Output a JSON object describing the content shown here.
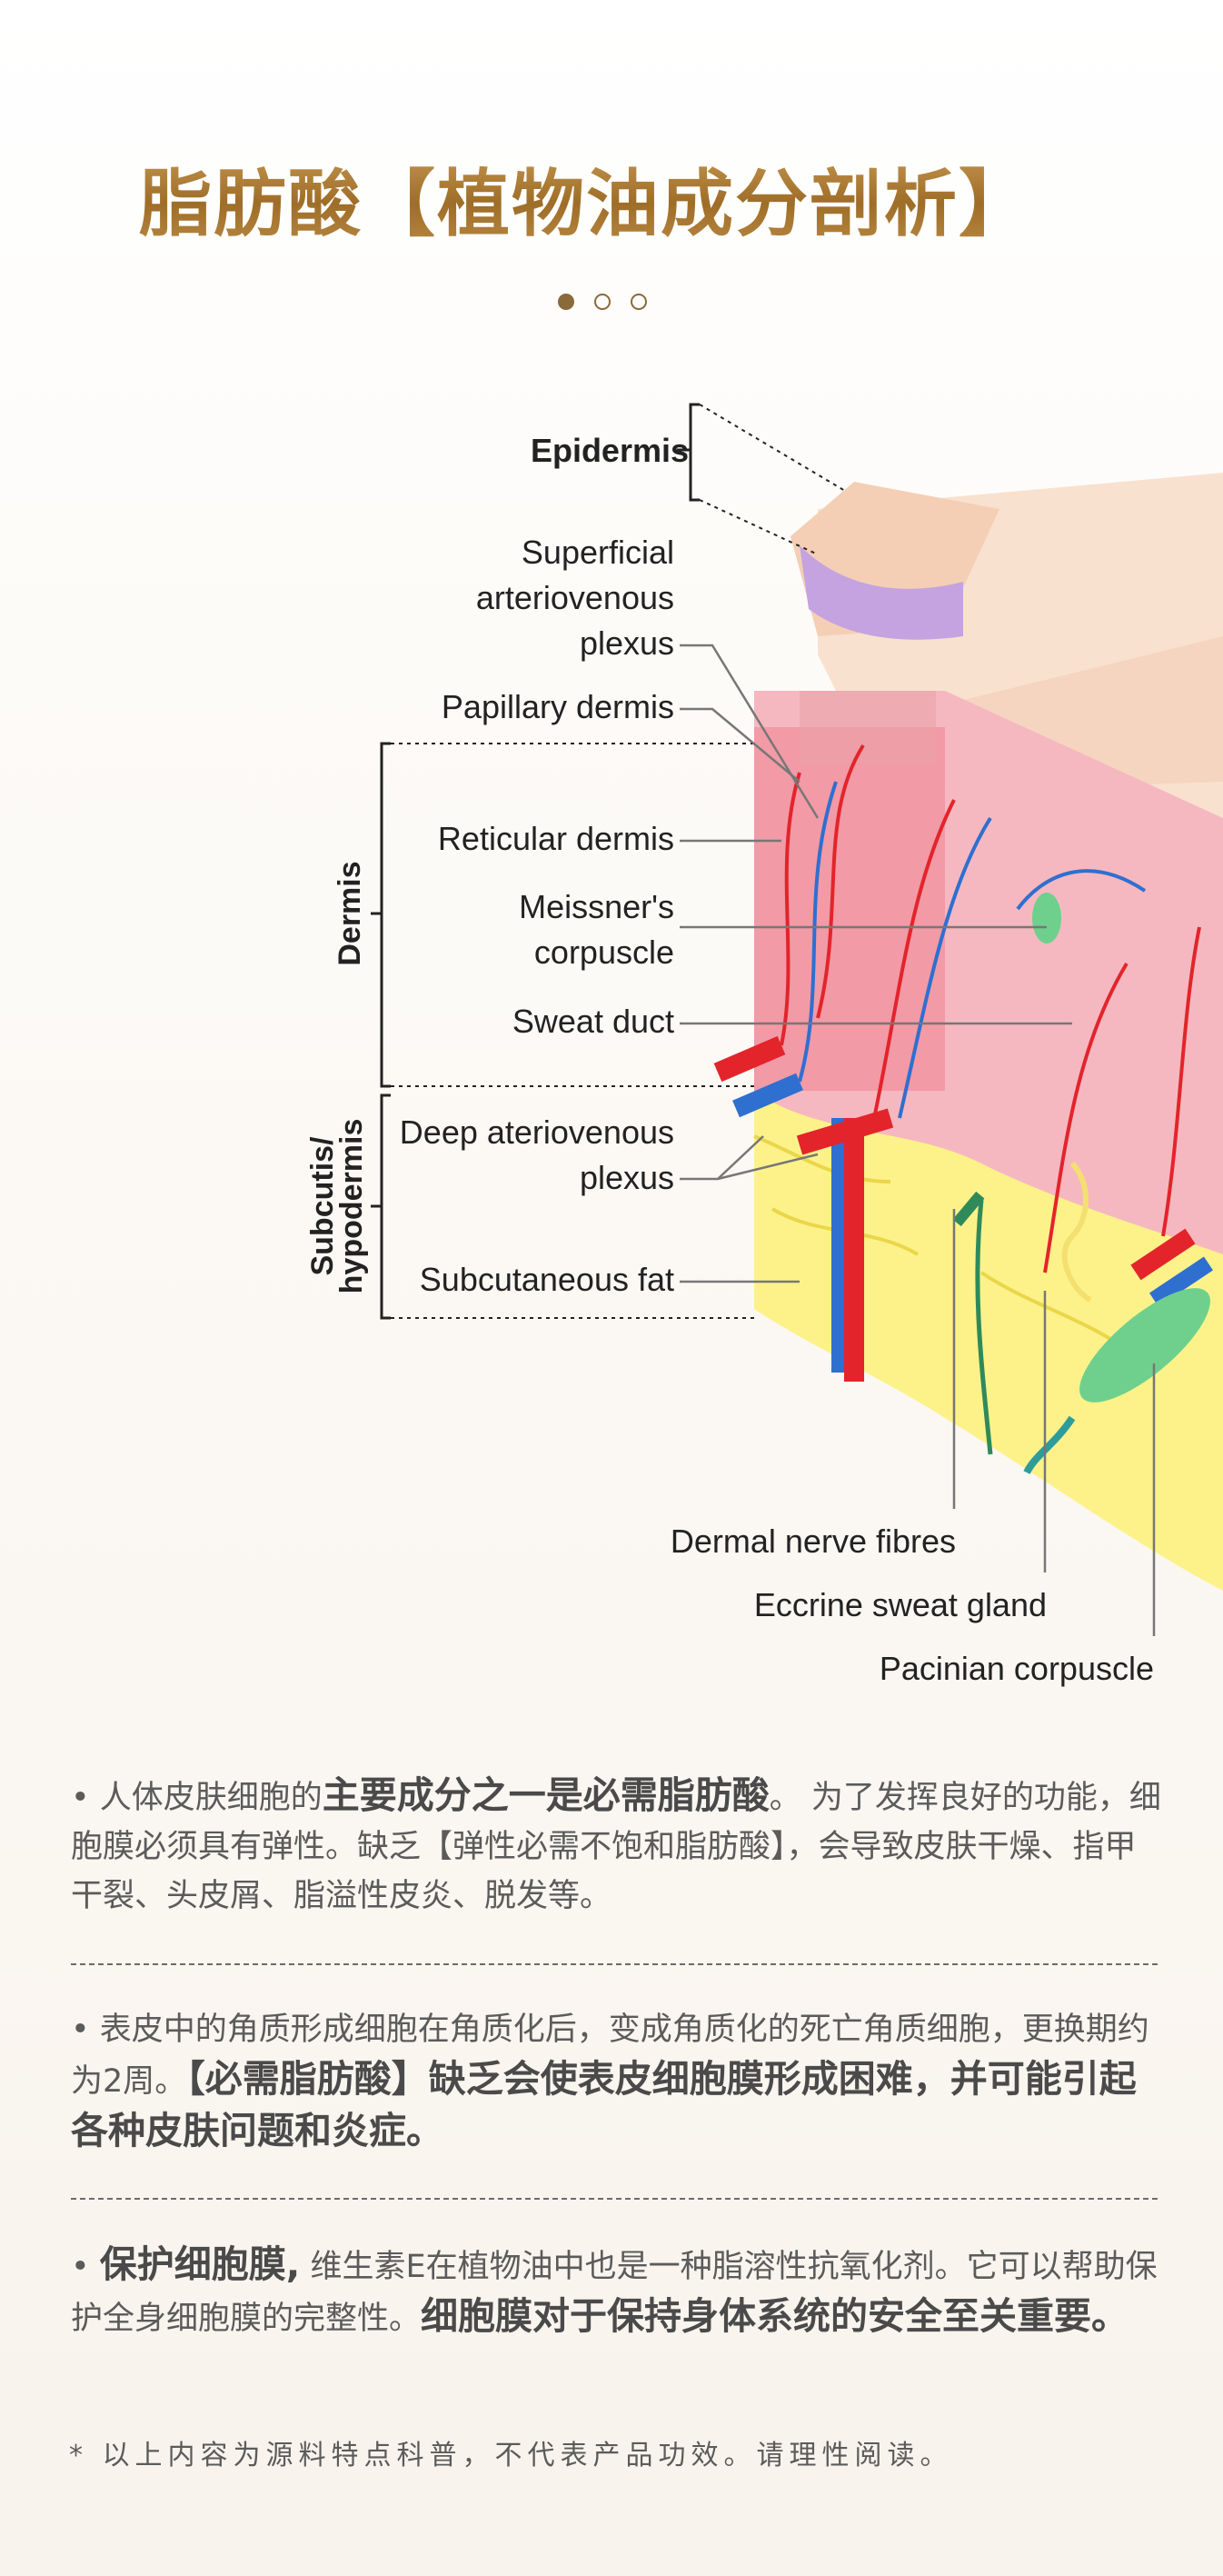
{
  "title": "脂肪酸【植物油成分剖析】",
  "pager": {
    "total": 3,
    "active": 1
  },
  "diagram": {
    "labels": {
      "epidermis": "Epidermis",
      "superficial": [
        "Superficial",
        "arteriovenous",
        "plexus"
      ],
      "papillary": "Papillary dermis",
      "reticular": "Reticular dermis",
      "meissner": [
        "Meissner's",
        "corpuscle"
      ],
      "sweat_duct": "Sweat duct",
      "deep": [
        "Deep ateriovenous",
        "plexus"
      ],
      "fat": "Subcutaneous fat",
      "nerve": "Dermal nerve fibres",
      "gland": "Eccrine sweat gland",
      "pacinian": "Pacinian corpuscle",
      "dermis": "Dermis",
      "subcutis": [
        "Subcutis/",
        "hypodermis"
      ]
    }
  },
  "paragraphs": {
    "p1": {
      "pre": "• 人体皮肤细胞的",
      "bold": "主要成分之一是必需脂肪酸",
      "post": "。 为了发挥良好的功能，细胞膜必须具有弹性。缺乏【弹性必需不饱和脂肪酸】，会导致皮肤干燥、指甲干裂、头皮屑、脂溢性皮炎、脱发等。"
    },
    "p2": {
      "pre": "• 表皮中的角质形成细胞在角质化后，变成角质化的死亡角质细胞，更换期约为2周。",
      "bold": "【必需脂肪酸】缺乏会使表皮细胞膜形成困难，并可能引起各种皮肤问题和炎症。"
    },
    "p3": {
      "pre": "• ",
      "bold1": "保护细胞膜,",
      "mid": " 维生素E在植物油中也是一种脂溶性抗氧化剂。它可以帮助保护全身细胞膜的完整性。",
      "bold2": "细胞膜对于保持身体系统的安全至关重要。"
    }
  },
  "footnote": "* 以上内容为源料特点科普，不代表产品功效。请理性阅读。",
  "colors": {
    "title_gold": "#a87632",
    "text": "#5b5b5b",
    "artery": "#e3242b",
    "vein": "#2f6fd0",
    "fat": "#fdf28a",
    "dermis": "#f6b8c0"
  }
}
